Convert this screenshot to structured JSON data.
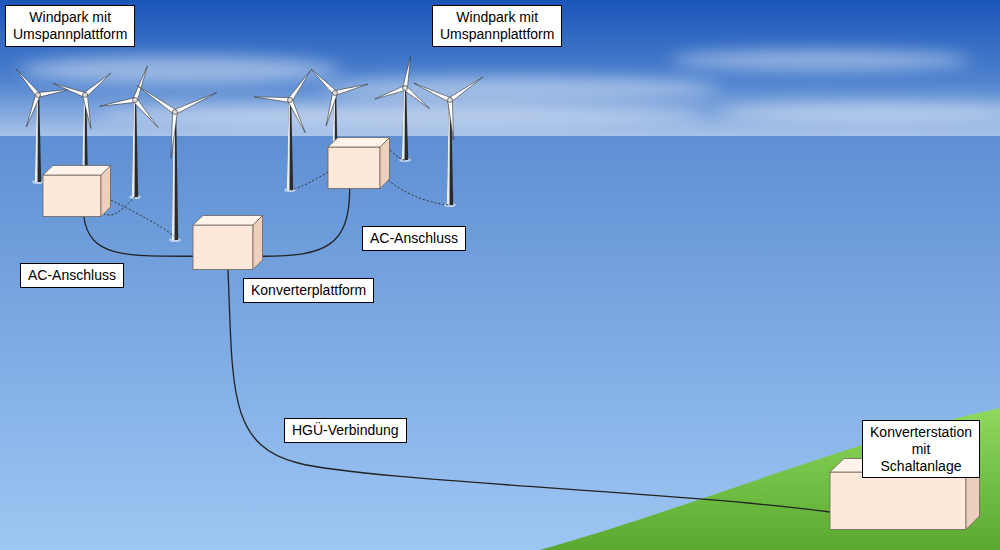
{
  "diagram": {
    "nodes": [
      {
        "text": [
          "Windpark mit Umspannplattform"
        ]
      },
      {
        "text": [
          "Windpark mit Umspannplattform"
        ]
      },
      {
        "text": [
          "Konverterplattform"
        ]
      },
      {
        "text": [
          "Konverterstation mit Schaltanlage"
        ]
      }
    ],
    "edges": [
      {
        "from": 0,
        "to": 2,
        "arrow": "none",
        "label": "AC-Anschluss"
      },
      {
        "from": 1,
        "to": 2,
        "arrow": "none",
        "label": "AC-Anschluss"
      },
      {
        "from": 2,
        "to": 3,
        "arrow": "none",
        "label": "HGÜ-Verbindung"
      }
    ]
  }
}
